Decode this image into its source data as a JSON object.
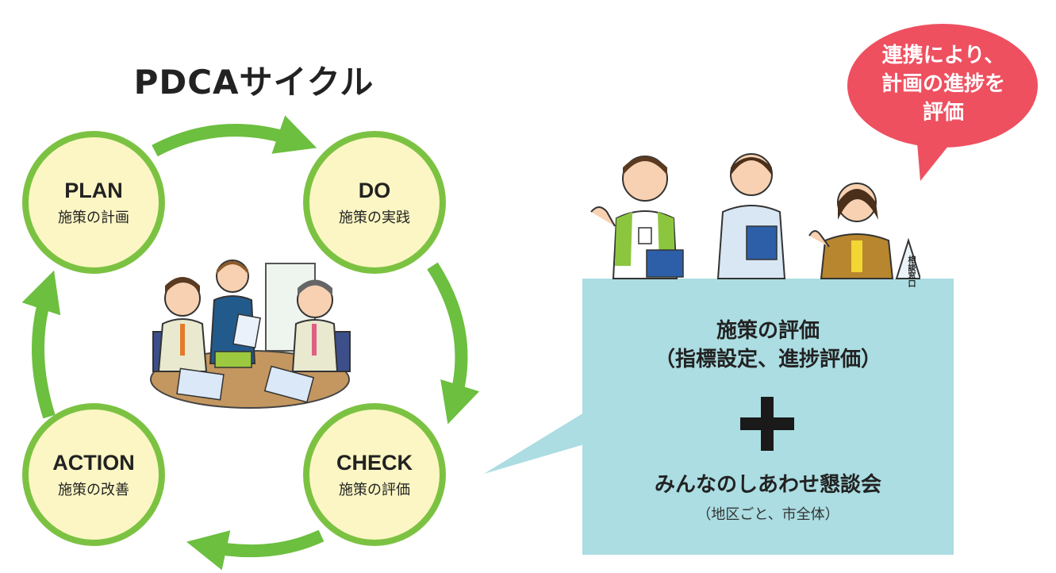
{
  "title": "PDCAサイクル",
  "cycle": {
    "plan": {
      "en": "PLAN",
      "jp": "施策の計画"
    },
    "do": {
      "en": "DO",
      "jp": "施策の実践"
    },
    "check": {
      "en": "CHECK",
      "jp": "施策の評価"
    },
    "action": {
      "en": "ACTION",
      "jp": "施策の改善"
    }
  },
  "panel": {
    "title": "施策の評価",
    "subtitle": "（指標設定、進捗評価）",
    "plus": "+",
    "meeting": "みんなのしあわせ懇談会",
    "note": "（地区ごと、市全体）"
  },
  "bubble": {
    "line1": "連携により、",
    "line2": "計画の進捗を",
    "line3": "評価"
  },
  "desk_sign": "相談窓口",
  "colors": {
    "arrow_green": "#6cbf3f",
    "circle_fill": "#fbf6c3",
    "circle_border": "#7cc242",
    "panel_blue": "#abdde2",
    "bubble_red": "#ee5060"
  }
}
